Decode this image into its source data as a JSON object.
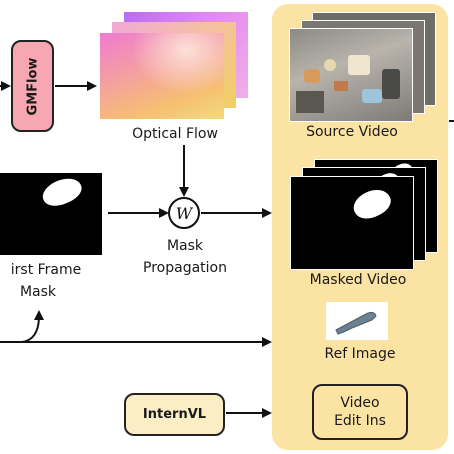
{
  "nodes": {
    "gmflow": "GMFlow",
    "optical_flow": "Optical Flow",
    "first_frame_mask_line1": "irst Frame",
    "first_frame_mask_line2": "Mask",
    "warp_symbol": "W",
    "mask_propagation_line1": "Mask",
    "mask_propagation_line2": "Propagation",
    "source_video": "Source Video",
    "masked_video": "Masked Video",
    "ref_image": "Ref Image",
    "internvl": "InternVL",
    "video_edit_ins_line1": "Video",
    "video_edit_ins_line2": "Edit Ins"
  },
  "colors": {
    "panel": "#fbe3a4",
    "gmflow_box": "#f7a7b1",
    "internvl_box": "#fbeec7",
    "mask_bg": "#000000",
    "mask_fg": "#ffffff"
  }
}
